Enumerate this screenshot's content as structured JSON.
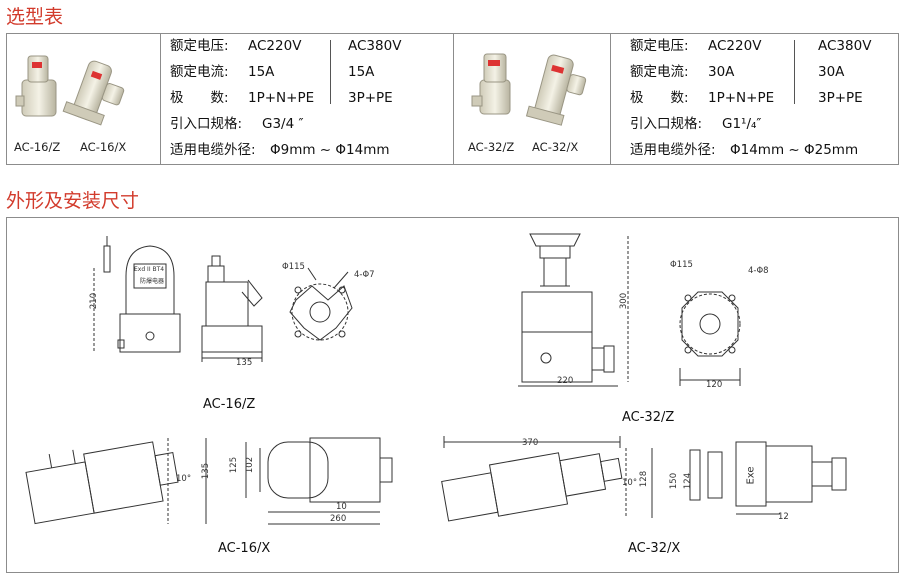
{
  "selection": {
    "title": "选型表",
    "left": {
      "models": [
        "AC-16/Z",
        "AC-16/X"
      ],
      "rows": [
        {
          "label": "额定电压:",
          "v1": "AC220V",
          "v2": "AC380V"
        },
        {
          "label": "额定电流:",
          "v1": "15A",
          "v2": "15A"
        },
        {
          "label": "极　　数:",
          "v1": "1P+N+PE",
          "v2": "3P+PE"
        },
        {
          "label": "引入口规格:",
          "v1": "G3/4 ″"
        },
        {
          "label": "适用电缆外径:",
          "v1": "Φ9mm ~ Φ14mm"
        }
      ]
    },
    "right": {
      "models": [
        "AC-32/Z",
        "AC-32/X"
      ],
      "rows": [
        {
          "label": "额定电压:",
          "v1": "AC220V",
          "v2": "AC380V"
        },
        {
          "label": "额定电流:",
          "v1": "30A",
          "v2": "30A"
        },
        {
          "label": "极　　数:",
          "v1": "1P+N+PE",
          "v2": "3P+PE"
        },
        {
          "label": "引入口规格:",
          "v1": "G1¹/₄″"
        },
        {
          "label": "适用电缆外径:",
          "v1": "Φ14mm ~ Φ25mm"
        }
      ]
    }
  },
  "dimensions": {
    "title": "外形及安装尺寸",
    "ac16z": {
      "caption": "AC-16/Z",
      "h": "210",
      "w": "135",
      "dia": "Φ115",
      "holes": "4-Φ7",
      "label_text": "Exd II BT4",
      "label_sub": "防爆电器"
    },
    "ac32z": {
      "caption": "AC-32/Z",
      "h": "300",
      "w": "220",
      "dia": "Φ115",
      "holes": "4-Φ8",
      "w2": "120"
    },
    "ac16x": {
      "caption": "AC-16/X",
      "angle": "10°",
      "h": "135",
      "h1": "125",
      "h2": "102",
      "d1": "10",
      "w": "260"
    },
    "ac32x": {
      "caption": "AC-32/X",
      "w": "370",
      "angle": "10°",
      "h": "128",
      "h1": "150",
      "h2": "124",
      "exe": "Exe",
      "d": "12"
    }
  }
}
